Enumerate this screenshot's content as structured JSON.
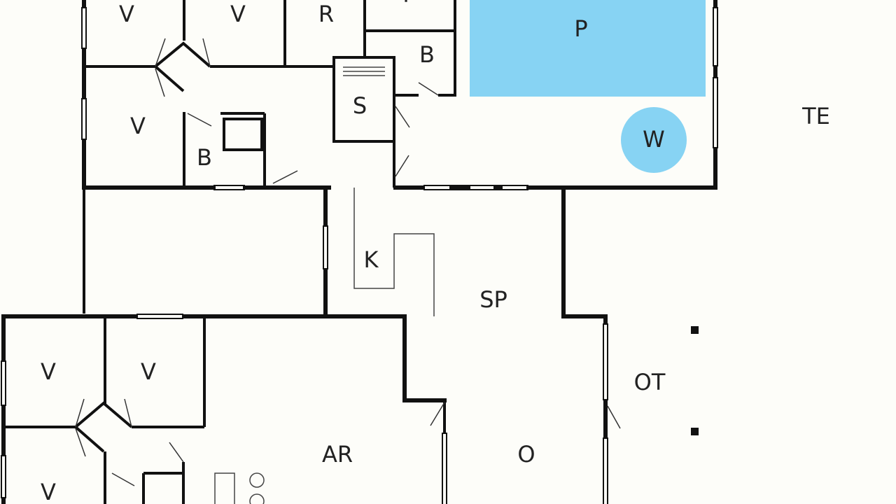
{
  "plan": {
    "background": "#fdfdf9",
    "wall_color": "#111111",
    "water_color": "#87d3f3",
    "rooms": [
      {
        "key": "v1",
        "label": "V"
      },
      {
        "key": "v2",
        "label": "V"
      },
      {
        "key": "r",
        "label": "R"
      },
      {
        "key": "t",
        "label": "T"
      },
      {
        "key": "p",
        "label": "P"
      },
      {
        "key": "b1",
        "label": "B"
      },
      {
        "key": "s",
        "label": "S"
      },
      {
        "key": "te",
        "label": "TE"
      },
      {
        "key": "v3",
        "label": "V"
      },
      {
        "key": "w",
        "label": "W"
      },
      {
        "key": "b2",
        "label": "B"
      },
      {
        "key": "k",
        "label": "K"
      },
      {
        "key": "sp",
        "label": "SP"
      },
      {
        "key": "v4",
        "label": "V"
      },
      {
        "key": "v5",
        "label": "V"
      },
      {
        "key": "ot",
        "label": "OT"
      },
      {
        "key": "ar",
        "label": "AR"
      },
      {
        "key": "o",
        "label": "O"
      },
      {
        "key": "v6",
        "label": "V"
      }
    ]
  }
}
